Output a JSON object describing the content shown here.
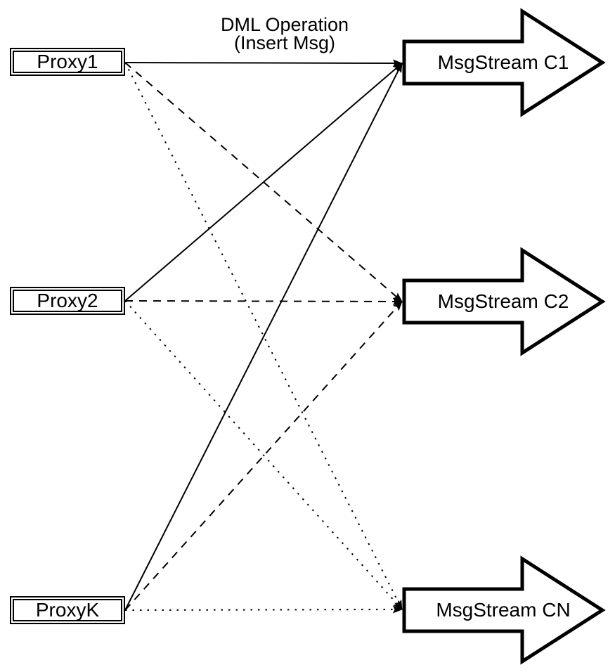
{
  "diagram": {
    "edge_label": {
      "line1": "DML Operation",
      "line2": "(Insert Msg)"
    },
    "proxies": [
      {
        "id": "proxy1",
        "label": "Proxy1"
      },
      {
        "id": "proxy2",
        "label": "Proxy2"
      },
      {
        "id": "proxyk",
        "label": "ProxyK"
      }
    ],
    "streams": [
      {
        "id": "c1",
        "label": "MsgStream C1"
      },
      {
        "id": "c2",
        "label": "MsgStream C2"
      },
      {
        "id": "cn",
        "label": "MsgStream CN"
      }
    ],
    "connections": [
      {
        "from": "proxy1",
        "to": "c1",
        "style": "solid"
      },
      {
        "from": "proxy1",
        "to": "c2",
        "style": "dashed"
      },
      {
        "from": "proxy1",
        "to": "cn",
        "style": "dotted"
      },
      {
        "from": "proxy2",
        "to": "c1",
        "style": "solid"
      },
      {
        "from": "proxy2",
        "to": "c2",
        "style": "dashed"
      },
      {
        "from": "proxy2",
        "to": "cn",
        "style": "dotted"
      },
      {
        "from": "proxyk",
        "to": "c1",
        "style": "solid"
      },
      {
        "from": "proxyk",
        "to": "c2",
        "style": "dashed"
      },
      {
        "from": "proxyk",
        "to": "cn",
        "style": "dotted"
      }
    ],
    "colors": {
      "stroke": "#000000",
      "shape_fill": "#ffffff",
      "background": "#ffffff"
    }
  }
}
